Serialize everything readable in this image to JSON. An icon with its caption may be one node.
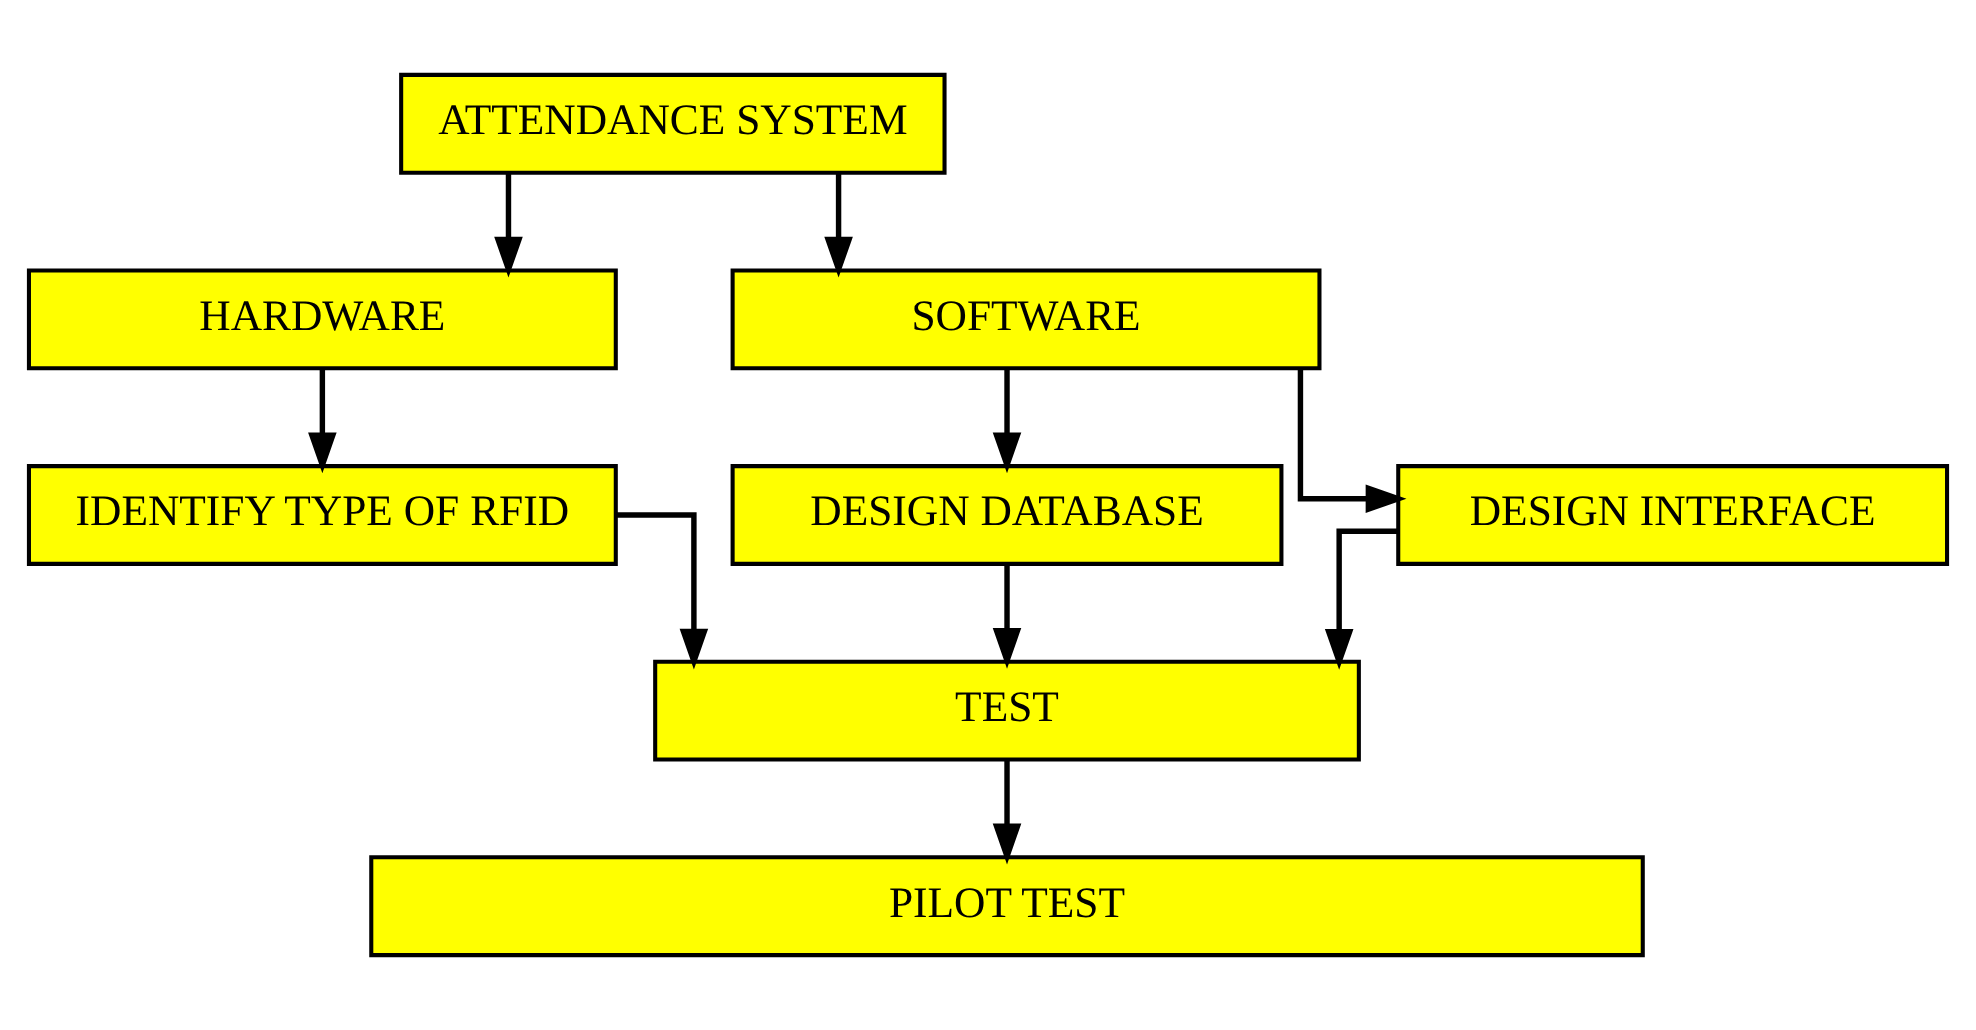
{
  "diagram": {
    "nodes": [
      {
        "text": [
          "ATTENDANCE SYSTEM"
        ]
      },
      {
        "text": [
          "HARDWARE"
        ]
      },
      {
        "text": [
          "SOFTWARE"
        ]
      },
      {
        "text": [
          "IDENTIFY TYPE OF RFID"
        ]
      },
      {
        "text": [
          "DESIGN DATABASE"
        ]
      },
      {
        "text": [
          "DESIGN INTERFACE"
        ]
      },
      {
        "text": [
          "TEST"
        ]
      },
      {
        "text": [
          "PILOT TEST"
        ]
      }
    ],
    "edges": [
      {
        "from": 0,
        "to": 1,
        "arrow": "to"
      },
      {
        "from": 0,
        "to": 2,
        "arrow": "to"
      },
      {
        "from": 1,
        "to": 3,
        "arrow": "to"
      },
      {
        "from": 2,
        "to": 4,
        "arrow": "to"
      },
      {
        "from": 2,
        "to": 5,
        "arrow": "to"
      },
      {
        "from": 3,
        "to": 6,
        "arrow": "to"
      },
      {
        "from": 4,
        "to": 6,
        "arrow": "to"
      },
      {
        "from": 5,
        "to": 6,
        "arrow": "to"
      },
      {
        "from": 6,
        "to": 7,
        "arrow": "to"
      }
    ]
  }
}
